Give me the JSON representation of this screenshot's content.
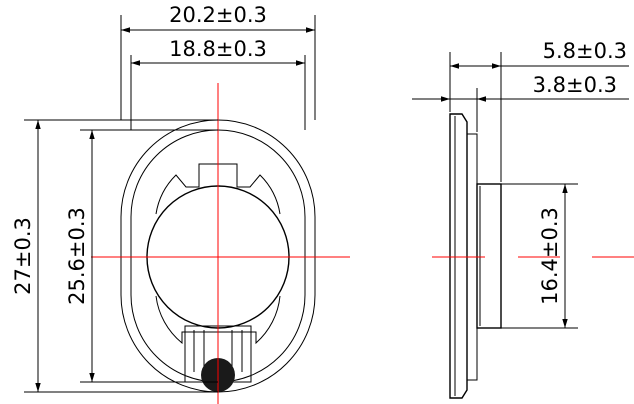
{
  "drawing": {
    "front_view": {
      "dims": {
        "outer_width": "20.2±0.3",
        "inner_width": "18.8±0.3",
        "outer_height": "27±0.3",
        "inner_height": "25.6±0.3"
      }
    },
    "side_view": {
      "dims": {
        "total_thickness": "5.8±0.3",
        "body_thickness": "3.8±0.3",
        "magnet_height": "16.4±0.3"
      }
    },
    "colors": {
      "lines": "#000000",
      "centerlines": "#ff0000",
      "terminal": "#1a1a1a"
    }
  }
}
